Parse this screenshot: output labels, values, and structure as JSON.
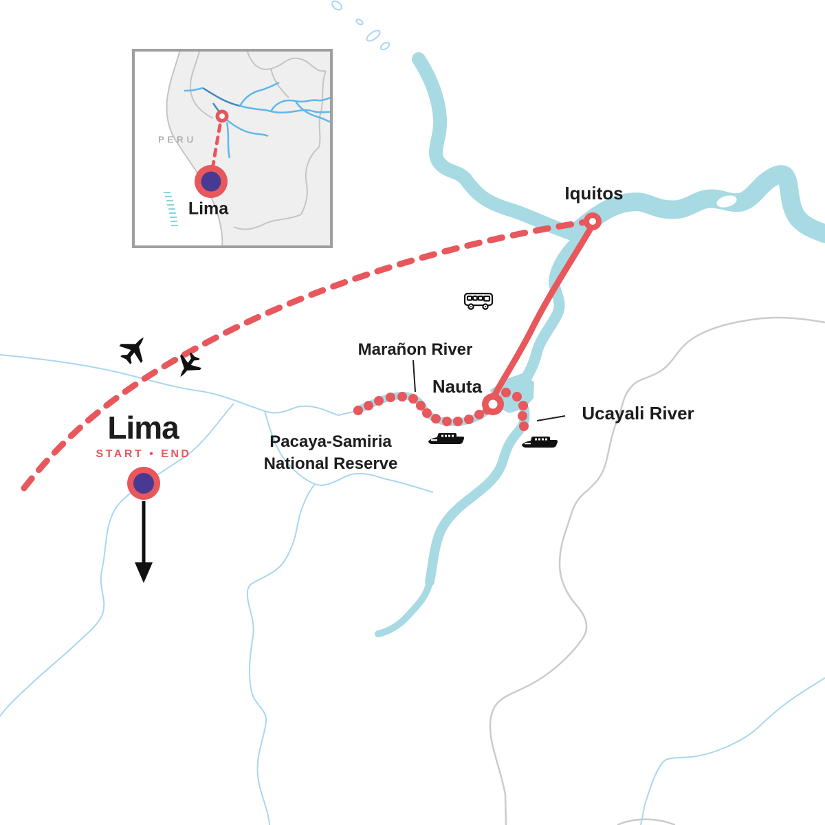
{
  "colors": {
    "route_red": "#e8575c",
    "river_fill": "#a7dae2",
    "river_line": "#a9d6f0",
    "border_gray": "#cbcbcb",
    "marker_purple": "#483a93",
    "text_black": "#1d1d1f",
    "inset_land": "#efefef",
    "inset_border": "#9f9f9f",
    "inset_country_border": "#c4c4c4",
    "inset_river_bright": "#5fb7ea",
    "inset_river_dark": "#3f87c4",
    "inset_coast_hatch": "#8fd0db",
    "inset_text_gray": "#8d9091"
  },
  "labels": {
    "iquitos": "Iquitos",
    "maranon_river": "Marañon River",
    "nauta": "Nauta",
    "ucayali_river": "Ucayali River",
    "reserve_line1": "Pacaya-Samiria",
    "reserve_line2": "National Reserve",
    "lima": "Lima",
    "start_end": "START • END"
  },
  "inset": {
    "country_label": "PERU",
    "city_label": "Lima"
  },
  "icons": {
    "flight": "plane-icon",
    "road_transfer": "bus-icon",
    "river_cruise": "boat-icon",
    "continue_south": "arrow-down-icon",
    "city_marker": "city-marker-dot"
  }
}
